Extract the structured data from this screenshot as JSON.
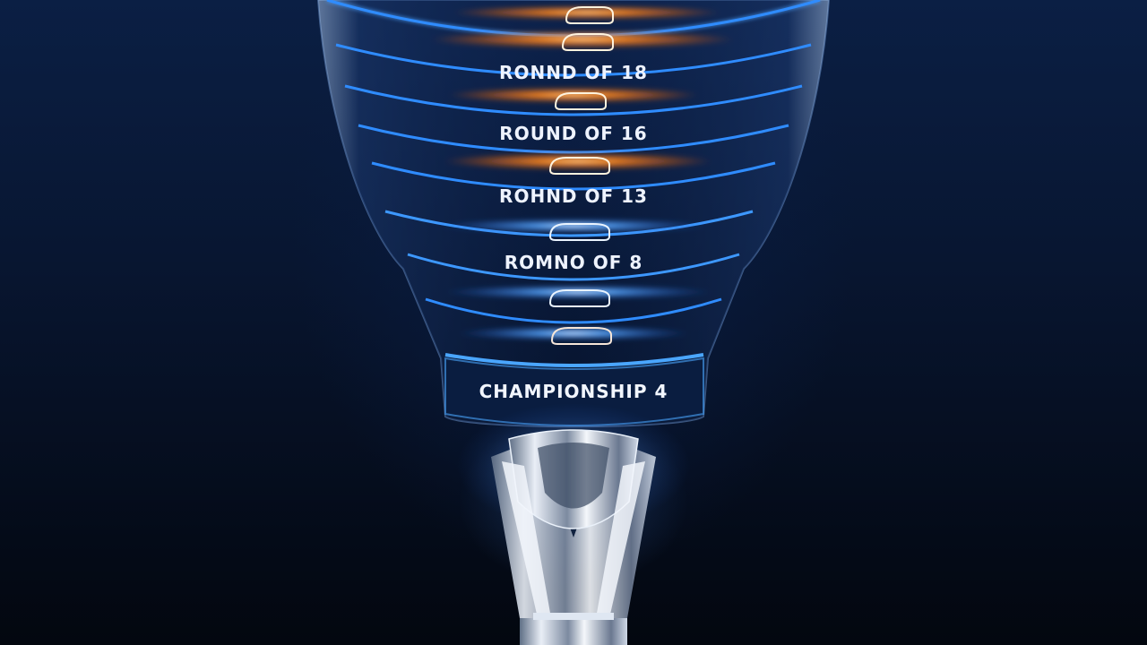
{
  "scene": {
    "labels": [
      {
        "text": "RONND OF 18"
      },
      {
        "text": "ROUND OF 16"
      },
      {
        "text": "ROHND OF 13"
      },
      {
        "text": "ROMNO OF 8"
      }
    ],
    "final_label": "CHAMPIONSHIP 4",
    "colors": {
      "background": "#081631",
      "rim_blue": "#2f8cff",
      "glow_orange": "#ff8a1f",
      "glow_blue": "#5aa9ff",
      "trophy_silver": "#cfd8e6"
    },
    "icons": [
      "trophy-icon",
      "race-car-icon"
    ]
  }
}
